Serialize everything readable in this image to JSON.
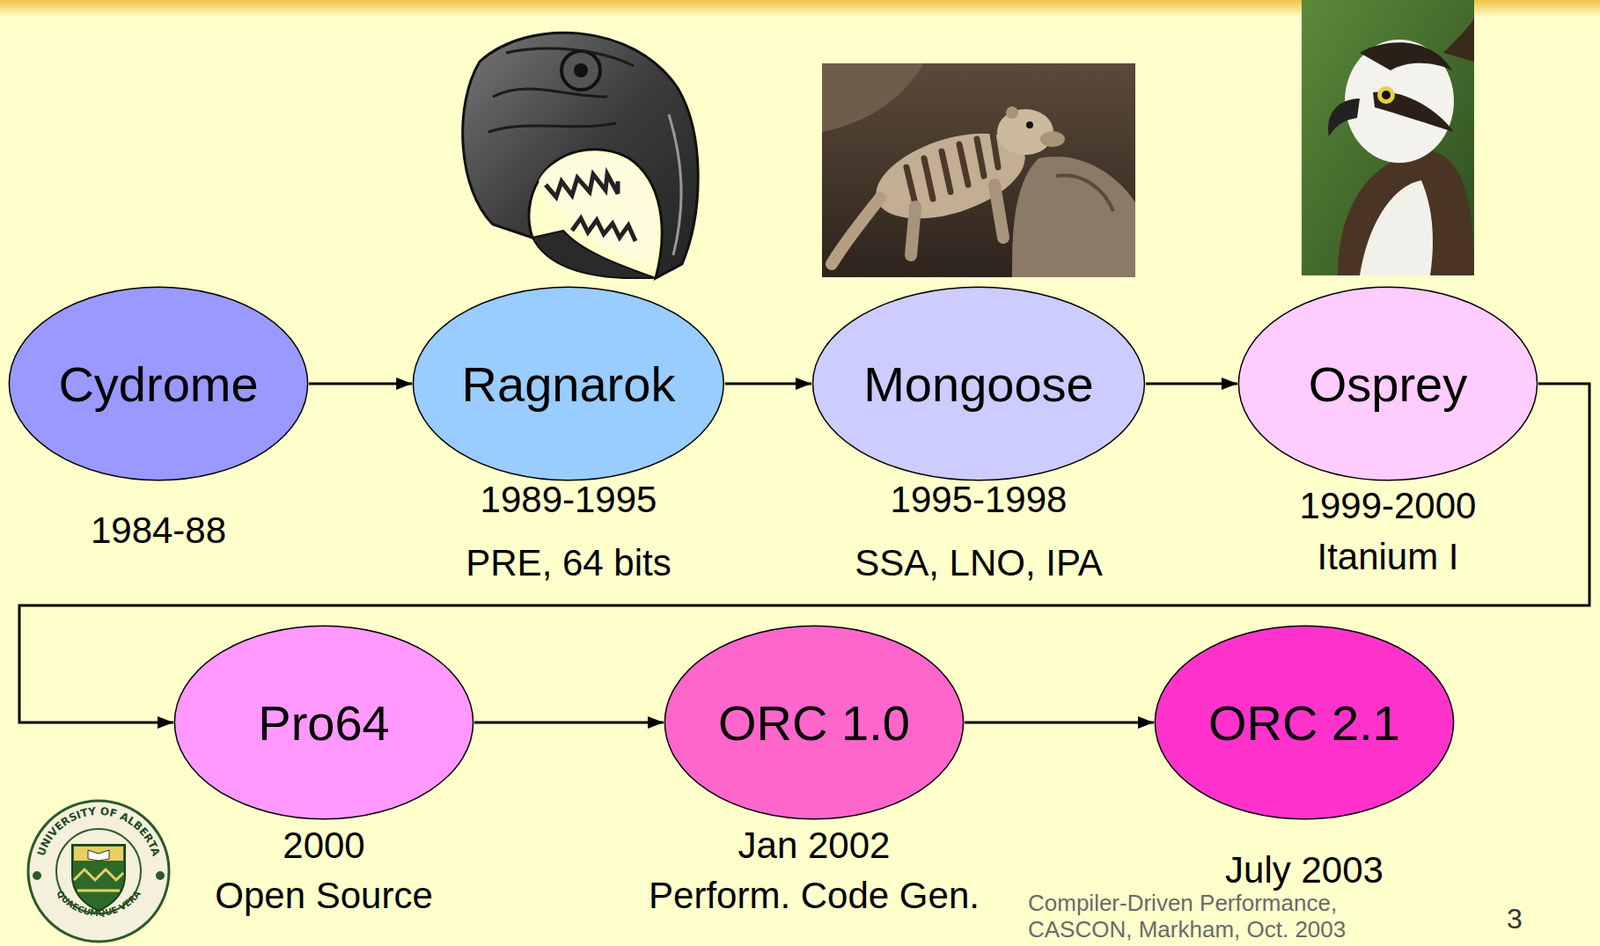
{
  "diagram": {
    "nodes": [
      {
        "text": [
          "Cydrome",
          "1984-88"
        ]
      },
      {
        "text": [
          "Ragnarok",
          "1989-1995",
          "PRE, 64 bits"
        ]
      },
      {
        "text": [
          "Mongoose",
          "1995-1998",
          "SSA, LNO, IPA"
        ]
      },
      {
        "text": [
          "Osprey",
          "1999-2000",
          "Itanium I"
        ]
      },
      {
        "text": [
          "Pro64",
          "2000",
          "Open Source"
        ]
      },
      {
        "text": [
          "ORC 1.0",
          "Jan 2002",
          "Perform. Code Gen."
        ]
      },
      {
        "text": [
          "ORC 2.1",
          "July 2003"
        ]
      }
    ],
    "edges": [
      {
        "from": 0,
        "to": 1,
        "arrow": "to"
      },
      {
        "from": 1,
        "to": 2,
        "arrow": "to"
      },
      {
        "from": 2,
        "to": 3,
        "arrow": "to"
      },
      {
        "from": 3,
        "to": 4,
        "arrow": "to"
      },
      {
        "from": 4,
        "to": 5,
        "arrow": "to"
      },
      {
        "from": 5,
        "to": 6,
        "arrow": "to"
      }
    ],
    "labels": [
      "Compiler-Driven Performance, CASCON, Markham, Oct. 2003",
      "3",
      "UNIVERSITY OF ALBERTA",
      "QUAECUMQUE VERA"
    ]
  }
}
